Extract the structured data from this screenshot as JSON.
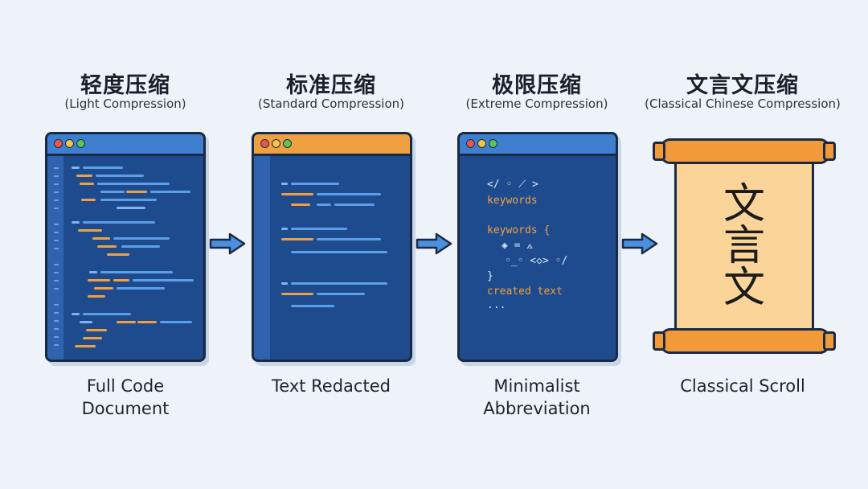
{
  "stages": [
    {
      "title": "轻度压缩",
      "subtitle": "(Light Compression)",
      "caption": "Full Code\nDocument",
      "bar_color": "#3f7fd0"
    },
    {
      "title": "标准压缩",
      "subtitle": "(Standard Compression)",
      "caption": "Text Redacted",
      "bar_color": "#f0a040"
    },
    {
      "title": "极限压缩",
      "subtitle": "(Extreme Compression)",
      "caption": "Minimalist\nAbbreviation",
      "bar_color": "#3f7fd0"
    },
    {
      "title": "文言文压缩",
      "subtitle": "(Classical Chinese Compression)",
      "caption": "Classical Scroll"
    }
  ],
  "minimal_code": {
    "line1": "</ ◦ ⟋ >",
    "line2": "keywords",
    "line3": "keywords {",
    "line4": "◈ = ⟑",
    "line5": "◦_◦ <◇> ◦/",
    "line6": "}",
    "line7": "created text",
    "line8": "..."
  },
  "scroll_text": [
    "文",
    "言",
    "文"
  ],
  "colors": {
    "background": "#eef3f9",
    "window": "#1e4b8e",
    "accent_orange": "#f0a040",
    "accent_blue": "#3f7fd0",
    "arrow": "#4a8fe0"
  }
}
